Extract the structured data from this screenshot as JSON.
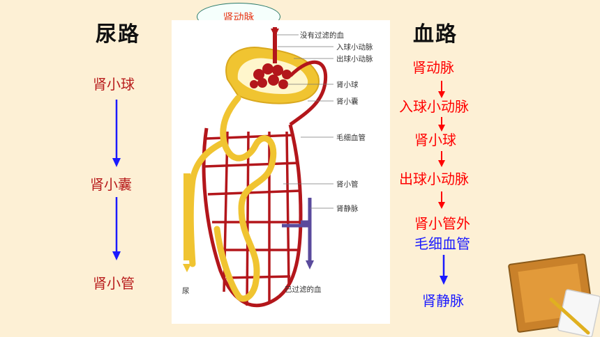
{
  "headings": {
    "urine": "尿路",
    "blood": "血路"
  },
  "urine_path": [
    "肾小球",
    "肾小囊",
    "肾小管"
  ],
  "blood_path": [
    "肾动脉",
    "入球小动脉",
    "肾小球",
    "出球小动脉",
    "肾小管外",
    "毛细血管",
    "肾静脉"
  ],
  "callout": "肾动脉",
  "diagram_labels": {
    "unfiltered_blood": "没有过滤的血",
    "afferent": "入球小动脉",
    "efferent": "出球小动脉",
    "glomerulus": "肾小球",
    "capsule": "肾小囊",
    "capillary": "毛细血管",
    "tubule": "肾小管",
    "renal_vein": "肾静脉",
    "urine": "尿",
    "filtered_blood": "已过滤的血"
  },
  "colors": {
    "urine_text": "#b81c1c",
    "blood_text": "#ff0000",
    "blue_text": "#1a1aff",
    "arrow_blue": "#1a1aff",
    "arrow_red": "#ff0000",
    "vessel_red": "#b3161b",
    "tubule_yellow": "#f0c431",
    "vein_purple": "#5a4a9c"
  }
}
